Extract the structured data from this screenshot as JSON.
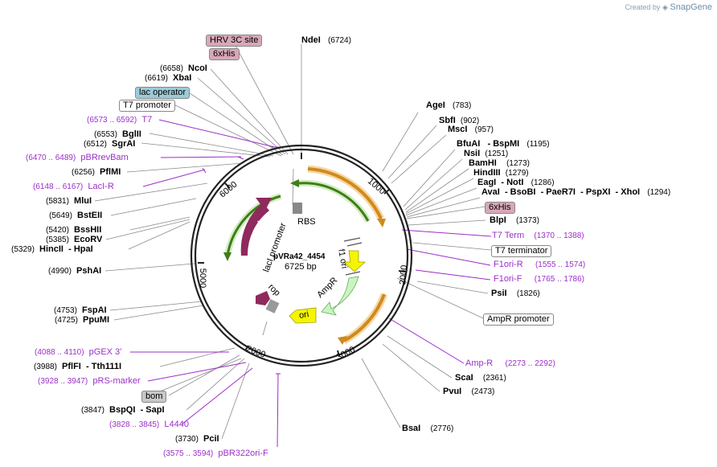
{
  "brand": {
    "prefix": "Created by",
    "name": "SnapGene"
  },
  "plasmid": {
    "name": "pVRa42_4454",
    "length": "6725 bp"
  },
  "ticks": [
    "1000",
    "2000",
    "3000",
    "5000",
    "6000",
    "2000"
  ],
  "inner_labels": {
    "rbs": "RBS",
    "laci_promoter": "lacI promoter",
    "laci": "lacI",
    "rop": "rop",
    "f1ori": "f1 ori",
    "ampr": "AmpR",
    "ori": "ori"
  },
  "features": {
    "hrv": "HRV 3C site",
    "his_top": "6xHis",
    "lac_operator": "lac operator",
    "t7_promoter": "T7 promoter",
    "his_right": "6xHis",
    "t7_terminator": "T7 terminator",
    "ampr_promoter": "AmpR promoter",
    "bom": "bom"
  },
  "sites": {
    "ndei": {
      "name": "NdeI",
      "pos": "(6724)"
    },
    "ncoi": {
      "name": "NcoI",
      "pos": "(6658)"
    },
    "xbai": {
      "name": "XbaI",
      "pos": "(6619)"
    },
    "bglii": {
      "name": "BglII",
      "pos": "(6553)"
    },
    "sgrai": {
      "name": "SgrAI",
      "pos": "(6512)"
    },
    "pflmi": {
      "name": "PflMI",
      "pos": "(6256)"
    },
    "mlui": {
      "name": "MluI",
      "pos": "(5831)"
    },
    "bsteii": {
      "name": "BstEII",
      "pos": "(5649)"
    },
    "bsshii": {
      "name": "BssHII",
      "pos": "(5420)"
    },
    "ecorv": {
      "name": "EcoRV",
      "pos": "(5385)"
    },
    "hincii": {
      "name": "HincII",
      "name2": "- HpaI",
      "pos": "(5329)"
    },
    "pshai": {
      "name": "PshAI",
      "pos": "(4990)"
    },
    "fspai": {
      "name": "FspAI",
      "pos": "(4753)"
    },
    "ppumi": {
      "name": "PpuMI",
      "pos": "(4725)"
    },
    "pflfi": {
      "name": "PflFI",
      "name2": "- Tth111I",
      "pos": "(3988)"
    },
    "bspqi": {
      "name": "BspQI",
      "name2": "- SapI",
      "pos": "(3847)"
    },
    "pcii": {
      "name": "PciI",
      "pos": "(3730)"
    },
    "agei": {
      "name": "AgeI",
      "pos": "(783)"
    },
    "sbfi": {
      "name": "SbfI",
      "pos": "(902)"
    },
    "msci": {
      "name": "MscI",
      "pos": "(957)"
    },
    "bfuai": {
      "name": "BfuAI",
      "name2": "- BspMI",
      "pos": "(1195)"
    },
    "nsii": {
      "name": "NsiI",
      "pos": "(1251)"
    },
    "bamhi": {
      "name": "BamHI",
      "pos": "(1273)"
    },
    "hindiii": {
      "name": "HindIII",
      "pos": "(1279)"
    },
    "eagi": {
      "name": "EagI",
      "name2": "- NotI",
      "pos": "(1286)"
    },
    "avai": {
      "name": "AvaI",
      "name2": "- BsoBI",
      "name3": "- PaeR7I",
      "name4": "- PspXI",
      "name5": "- XhoI",
      "pos": "(1294)"
    },
    "blpi": {
      "name": "BlpI",
      "pos": "(1373)"
    },
    "psii": {
      "name": "PsiI",
      "pos": "(1826)"
    },
    "scai": {
      "name": "ScaI",
      "pos": "(2361)"
    },
    "pvui": {
      "name": "PvuI",
      "pos": "(2473)"
    },
    "bsai": {
      "name": "BsaI",
      "pos": "(2776)"
    }
  },
  "primers": {
    "t7": {
      "name": "T7",
      "pos": "(6573 .. 6592)"
    },
    "pbrrevbam": {
      "name": "pBRrevBam",
      "pos": "(6470 .. 6489)"
    },
    "laci_r": {
      "name": "LacI-R",
      "pos": "(6148 .. 6167)"
    },
    "t7term": {
      "name": "T7 Term",
      "pos": "(1370 .. 1388)"
    },
    "f1ori_r": {
      "name": "F1ori-R",
      "pos": "(1555 .. 1574)"
    },
    "f1ori_f": {
      "name": "F1ori-F",
      "pos": "(1765 .. 1786)"
    },
    "amp_r": {
      "name": "Amp-R",
      "pos": "(2273 .. 2292)"
    },
    "pgex3": {
      "name": "pGEX 3'",
      "pos": "(4088 .. 4110)"
    },
    "prs_marker": {
      "name": "pRS-marker",
      "pos": "(3928 .. 3947)"
    },
    "l4440": {
      "name": "L4440",
      "pos": "(3828 .. 3845)"
    },
    "pbr322ori_f": {
      "name": "pBR322ori-F",
      "pos": "(3575 .. 3594)"
    }
  },
  "colors": {
    "primer": "#9b2fc9",
    "orange_feature": "#f0a030",
    "green_feature": "#5a9e2a",
    "laci": "#8f2a5c",
    "ori": "#f5f500",
    "ampr": "#c8f5c0",
    "pink_feature": "#d8a8b8",
    "blue_feature": "#9ccbd8",
    "gray_feature": "#c8c8c8"
  }
}
